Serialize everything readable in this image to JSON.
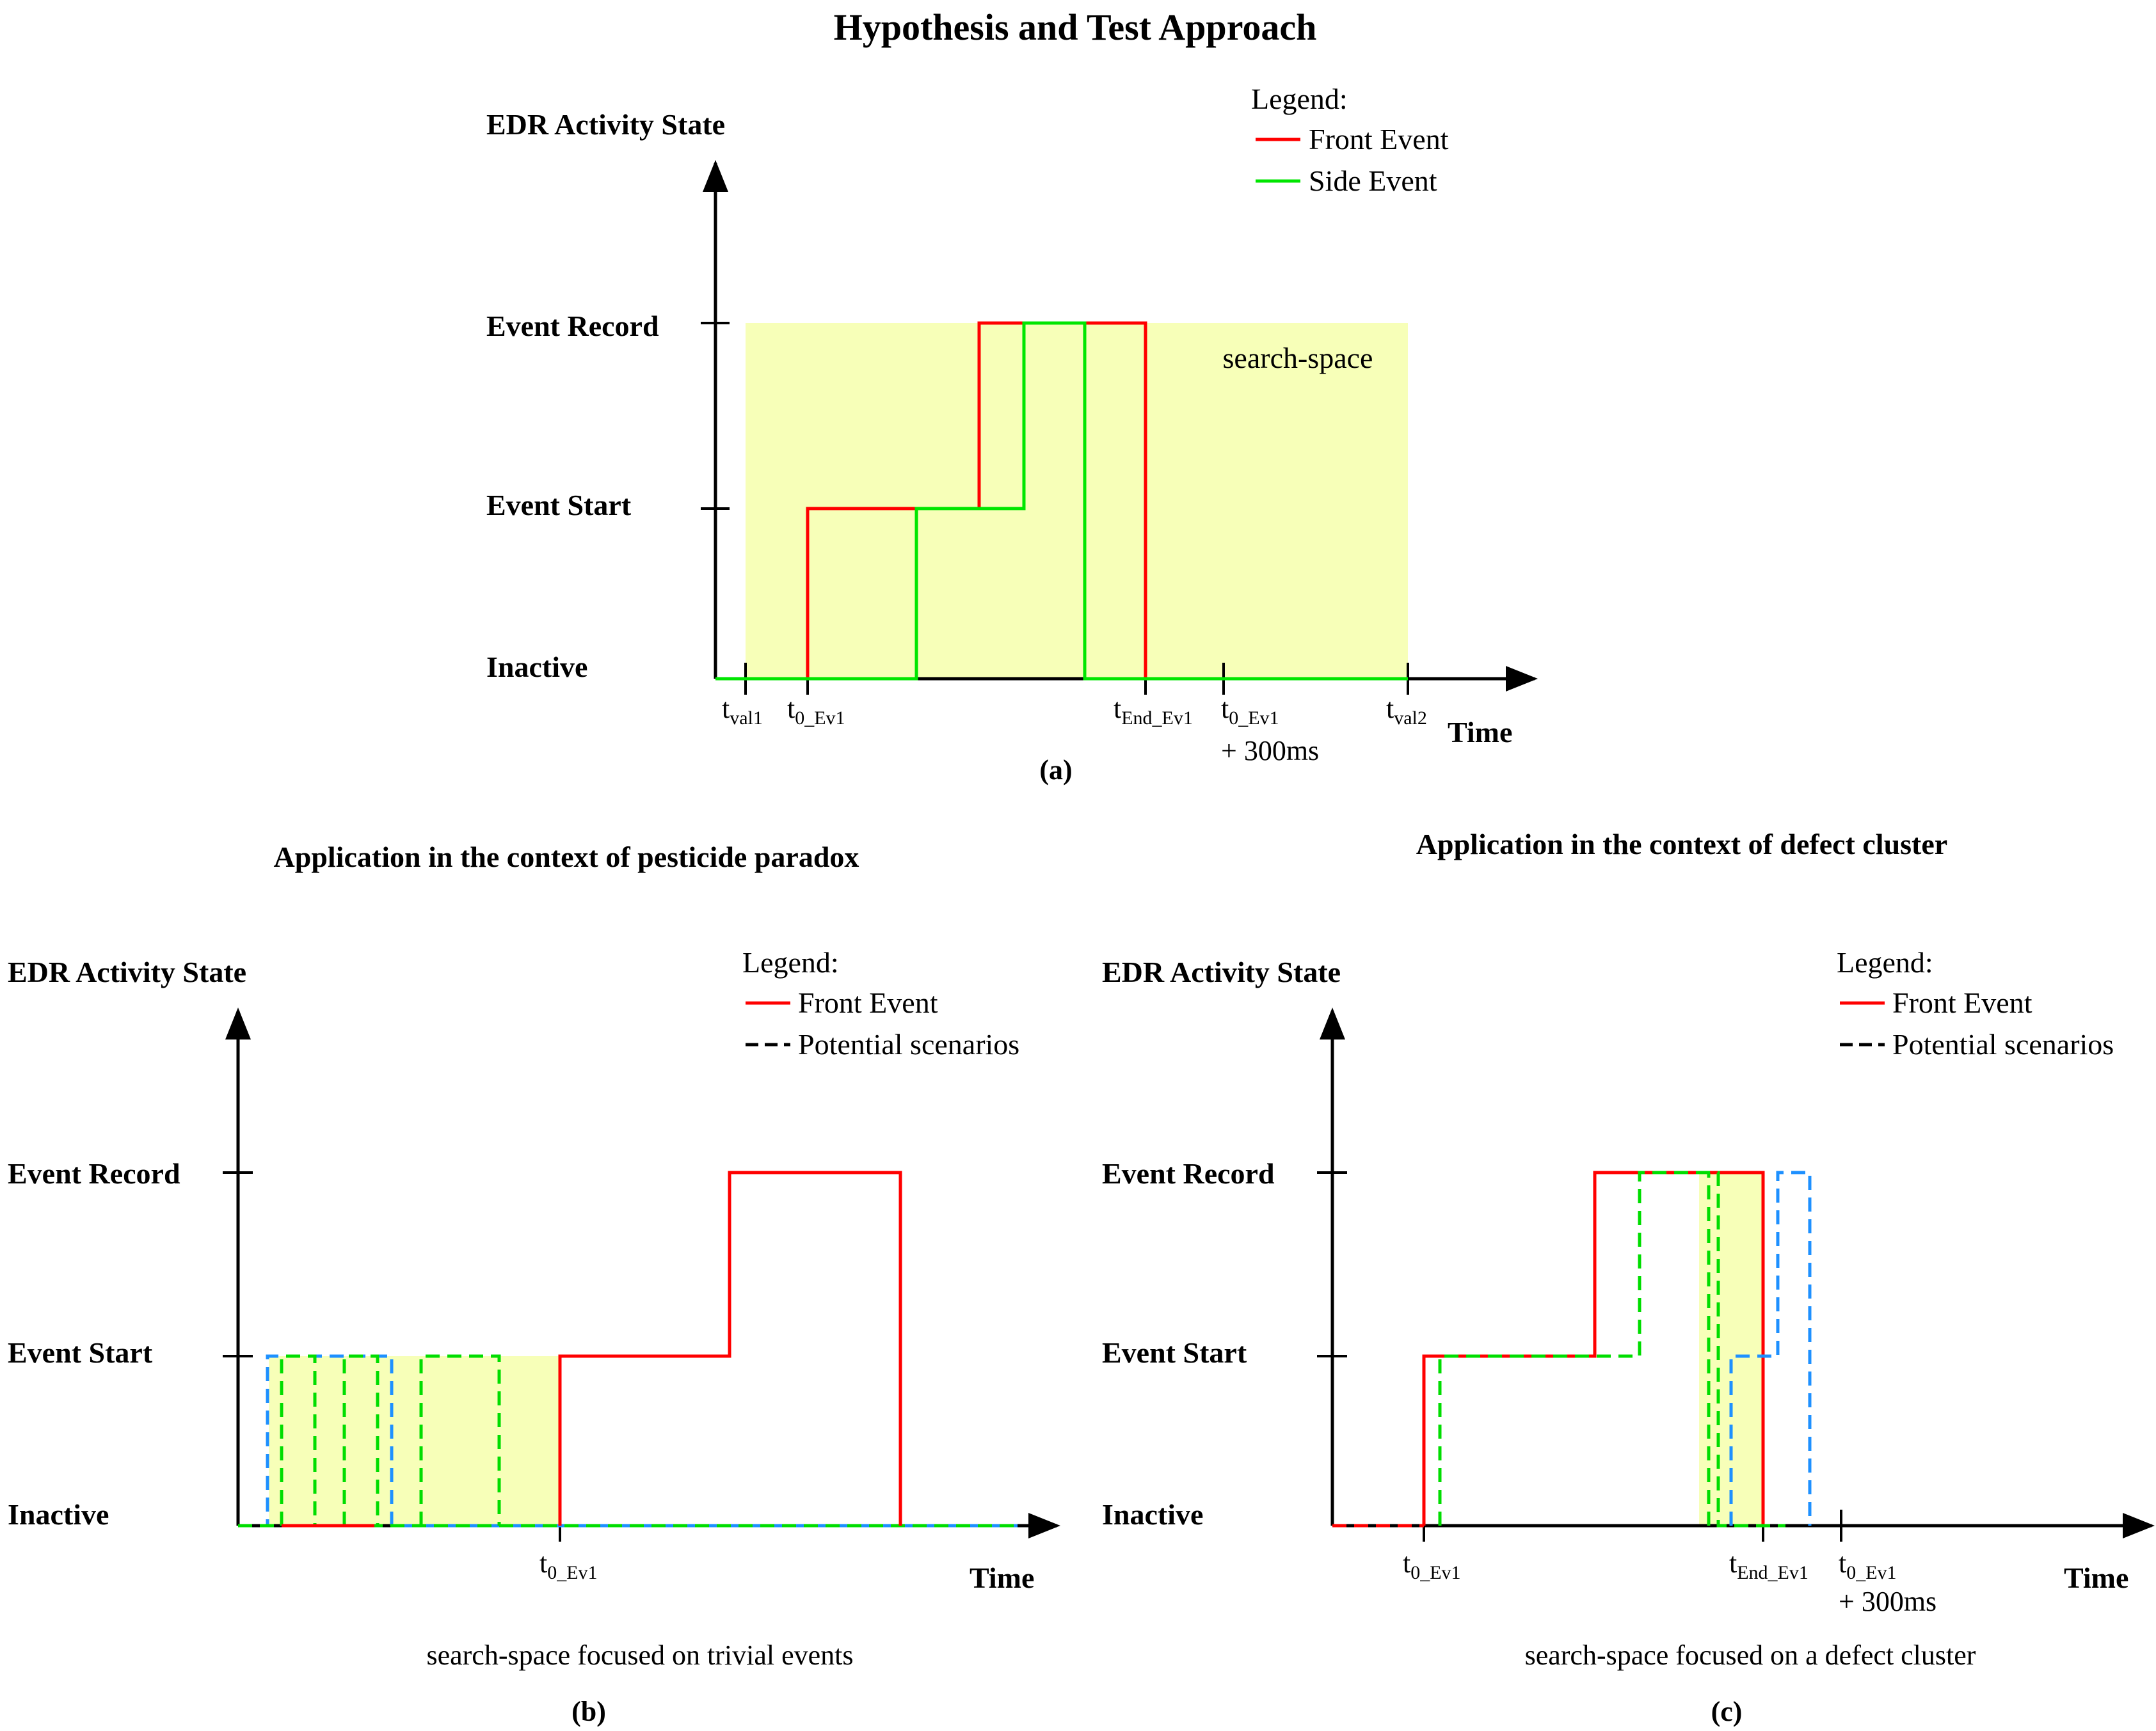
{
  "title": "Hypothesis and Test Approach",
  "colors": {
    "front": "#ff0000",
    "side": "#00e600",
    "blue": "#1e90ff",
    "green_dash": "#00dd00",
    "search_space": "#f7ffb8",
    "axis": "#000000"
  },
  "panel_a": {
    "y_axis_title": "EDR Activity State",
    "x_axis_title": "Time",
    "states": [
      "Inactive",
      "Event Start",
      "Event Record"
    ],
    "legend": {
      "title": "Legend:",
      "items": [
        {
          "label": "Front Event",
          "color": "#ff0000",
          "style": "solid"
        },
        {
          "label": "Side Event",
          "color": "#00e600",
          "style": "solid"
        }
      ]
    },
    "search_space_label": "search-space",
    "ticks": [
      {
        "main": "t",
        "sub": "val1",
        "extra": ""
      },
      {
        "main": "t",
        "sub": "0_Ev1",
        "extra": ""
      },
      {
        "main": "t",
        "sub": "End_Ev1",
        "extra": ""
      },
      {
        "main": "t",
        "sub": "0_Ev1",
        "extra": "+ 300ms"
      },
      {
        "main": "t",
        "sub": "val2",
        "extra": ""
      }
    ],
    "panel_label": "(a)"
  },
  "panel_b": {
    "heading": "Application in the context of pesticide paradox",
    "y_axis_title": "EDR Activity State",
    "x_axis_title": "Time",
    "states": [
      "Inactive",
      "Event Start",
      "Event Record"
    ],
    "legend": {
      "title": "Legend:",
      "items": [
        {
          "label": "Front Event",
          "color": "#ff0000",
          "style": "solid"
        },
        {
          "label": "Potential scenarios",
          "color": "#000000",
          "style": "dashed"
        }
      ]
    },
    "ticks": [
      {
        "main": "t",
        "sub": "0_Ev1",
        "extra": ""
      }
    ],
    "caption": "search-space focused on trivial events",
    "panel_label": "(b)"
  },
  "panel_c": {
    "heading": "Application in the context of defect cluster",
    "y_axis_title": "EDR Activity State",
    "x_axis_title": "Time",
    "states": [
      "Inactive",
      "Event Start",
      "Event Record"
    ],
    "legend": {
      "title": "Legend:",
      "items": [
        {
          "label": "Front Event",
          "color": "#ff0000",
          "style": "solid"
        },
        {
          "label": "Potential scenarios",
          "color": "#000000",
          "style": "dashed"
        }
      ]
    },
    "ticks": [
      {
        "main": "t",
        "sub": "0_Ev1",
        "extra": ""
      },
      {
        "main": "t",
        "sub": "End_Ev1",
        "extra": ""
      },
      {
        "main": "t",
        "sub": "0_Ev1",
        "extra": "+ 300ms"
      }
    ],
    "caption": "search-space focused on a defect cluster",
    "panel_label": "(c)"
  }
}
